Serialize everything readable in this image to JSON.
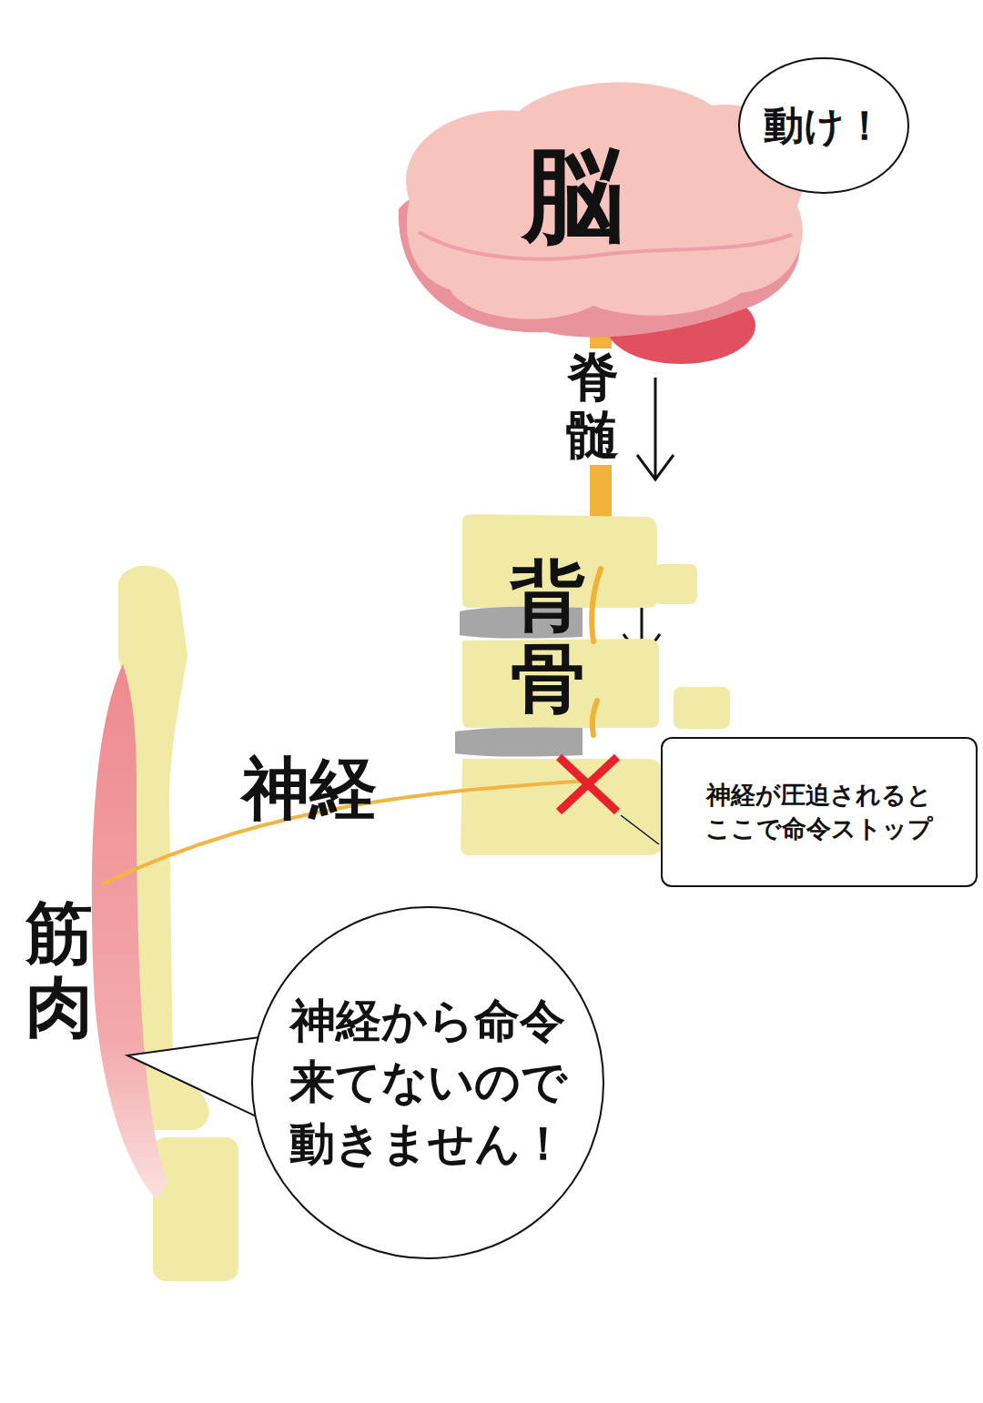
{
  "diagram": {
    "nodes": [
      {
        "text": [
          "脳"
        ]
      },
      {
        "text": [
          "動け！"
        ]
      },
      {
        "text": [
          "背骨"
        ]
      },
      {
        "text": [
          "神経が圧迫されると ここで命令ストップ"
        ]
      },
      {
        "text": [
          "神経から命令 来てないので 動きません！"
        ]
      }
    ],
    "labels": [
      "脊髄",
      "神経",
      "筋肉"
    ]
  }
}
